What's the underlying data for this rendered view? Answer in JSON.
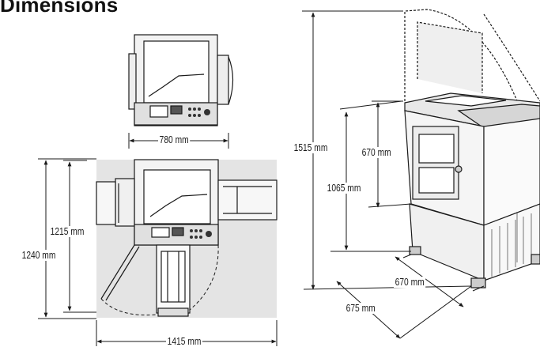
{
  "page": {
    "title": "Dimensions"
  },
  "dimensions": {
    "top_view_width": "780 mm",
    "plan_depth_outer": "1240 mm",
    "plan_depth_inner": "1215 mm",
    "plan_width": "1415 mm",
    "total_height": "1515 mm",
    "upper_height": "670 mm",
    "body_height": "1065 mm",
    "floor_depth": "670 mm",
    "floor_width": "675 mm"
  },
  "colors": {
    "line": "#1a1a1a",
    "shade": "#e4e4e4",
    "panel": "#d6d6d6"
  }
}
